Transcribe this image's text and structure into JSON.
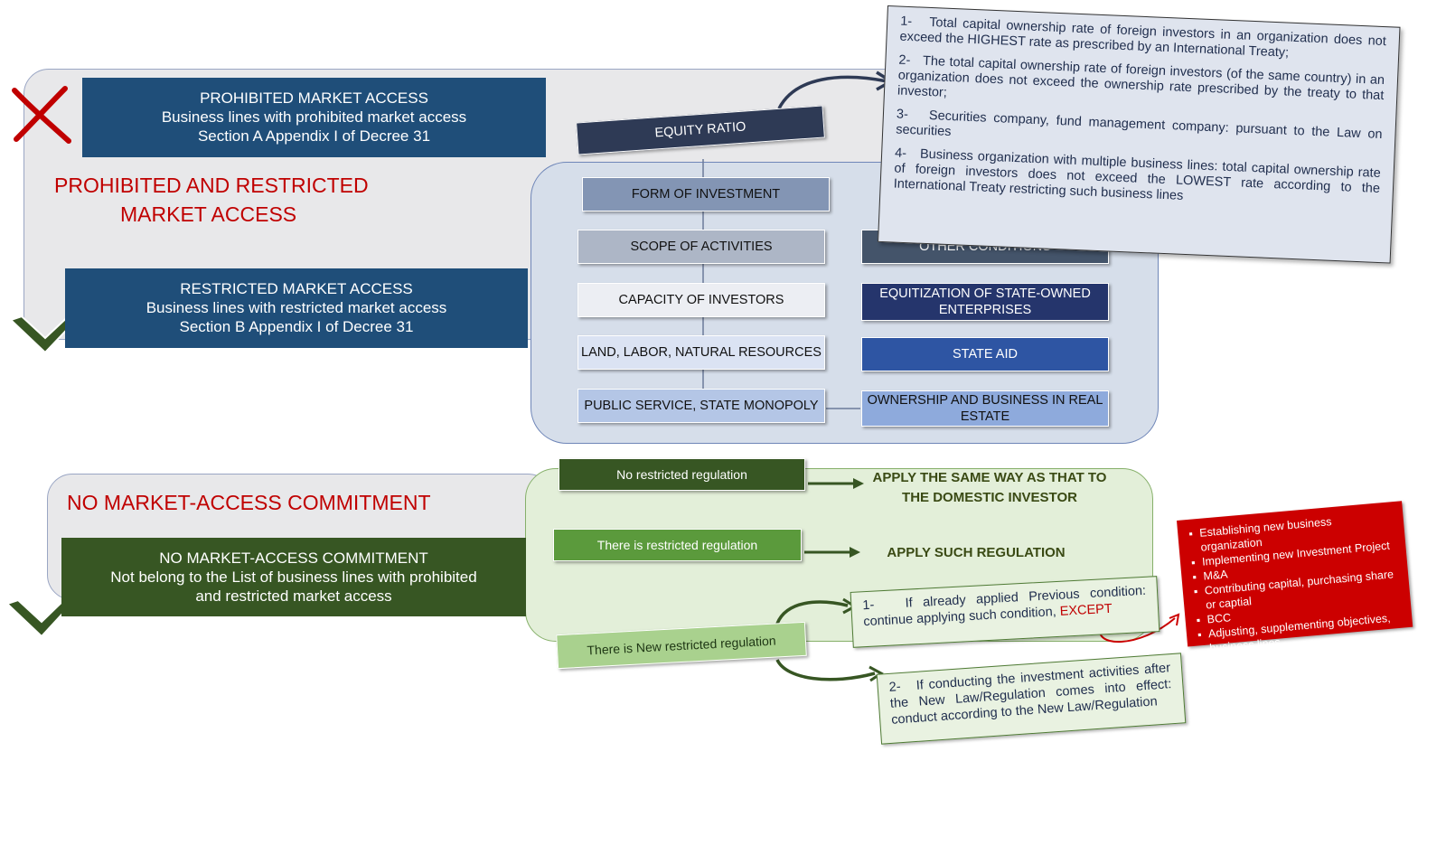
{
  "prohibited": {
    "header_line1": "PROHIBITED MARKET ACCESS",
    "header_line2": "Business lines with prohibited market access",
    "header_line3": "Section A Appendix I of Decree 31",
    "section_title_line1": "PROHIBITED AND RESTRICTED",
    "section_title_line2": "MARKET ACCESS"
  },
  "restricted": {
    "header_line1": "RESTRICTED MARKET ACCESS",
    "header_line2": "Business lines with restricted market access",
    "header_line3": "Section B Appendix I of Decree 31"
  },
  "conditions": {
    "equity_ratio": "EQUITY RATIO",
    "left": [
      "FORM OF INVESTMENT",
      "SCOPE OF ACTIVITIES",
      "CAPACITY OF INVESTORS",
      "LAND, LABOR, NATURAL RESOURCES",
      "PUBLIC SERVICE, STATE MONOPOLY"
    ],
    "right": [
      "OTHER CONDITIONS",
      "EQUITIZATION OF STATE-OWNED ENTERPRISES",
      "STATE AID",
      "OWNERSHIP AND BUSINESS IN REAL ESTATE"
    ]
  },
  "equity_notes": [
    {
      "num": "1-",
      "text": "Total capital ownership rate of foreign investors in an organization does not exceed the HIGHEST rate as prescribed by an International Treaty;"
    },
    {
      "num": "2-",
      "text": "The total capital ownership rate of foreign investors (of the same country) in an organization does not exceed the ownership rate prescribed by the treaty to that investor;"
    },
    {
      "num": "3-",
      "text": "Securities company, fund management company: pursuant to the Law on securities"
    },
    {
      "num": "4-",
      "text": "Business organization with multiple business lines: total capital ownership rate of foreign investors does not exceed the LOWEST rate according to the International Treaty restricting such business lines"
    }
  ],
  "no_commitment": {
    "section_title": "NO MARKET-ACCESS COMMITMENT",
    "header_line1": "NO MARKET-ACCESS COMMITMENT",
    "header_line2": "Not belong to the List of business lines with prohibited",
    "header_line3": "and restricted market access"
  },
  "regulation": {
    "no_restricted": "No restricted regulation",
    "restricted": "There is restricted regulation",
    "new_restricted": "There is New restricted regulation",
    "result_same_line1": "APPLY THE SAME WAY AS THAT TO",
    "result_same_line2": "THE DOMESTIC INVESTOR",
    "result_apply": "APPLY SUCH REGULATION",
    "case1_num": "1-",
    "case1_text": "If already applied Previous condition: continue applying such condition,",
    "case1_except": "EXCEPT",
    "case2_num": "2-",
    "case2_text": "If conducting the investment activities after the New Law/Regulation comes into effect: conduct according to the New Law/Regulation"
  },
  "exceptions": [
    "Establishing new business organization",
    "Implementing new Investment Project",
    "M&A",
    "Contributing capital, purchasing share or captial",
    "BCC",
    "Adjusting, supplementing objectives, business lines"
  ],
  "colors": {
    "header_blue": "#1f4e79",
    "title_red": "#c00000",
    "check_green": "#375623",
    "exception_red": "#cc0000"
  }
}
